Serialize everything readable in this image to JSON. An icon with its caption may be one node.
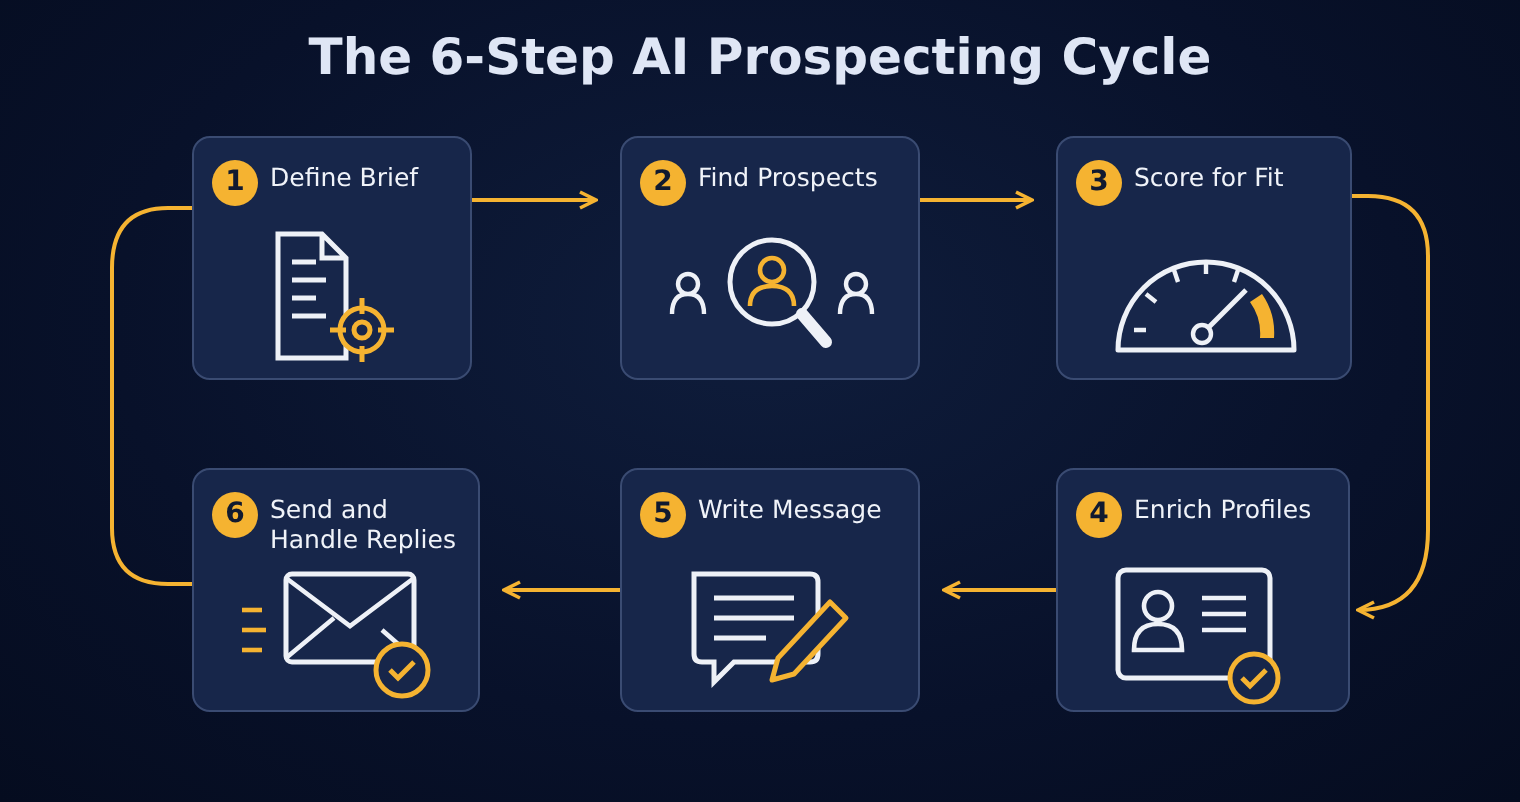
{
  "diagram": {
    "title": "The 6-Step AI Prospecting Cycle",
    "nodes": [
      {
        "text": [
          "1",
          "Define Brief"
        ]
      },
      {
        "text": [
          "2",
          "Find Prospects"
        ]
      },
      {
        "text": [
          "3",
          "Score for Fit"
        ]
      },
      {
        "text": [
          "4",
          "Enrich Profiles"
        ]
      },
      {
        "text": [
          "5",
          "Write Message"
        ]
      },
      {
        "text": [
          "6",
          "Send and Handle Replies"
        ]
      }
    ],
    "edges": [
      {
        "from": 0,
        "to": 1,
        "arrow": "to"
      },
      {
        "from": 1,
        "to": 2,
        "arrow": "to"
      },
      {
        "from": 2,
        "to": 3,
        "arrow": "to"
      },
      {
        "from": 3,
        "to": 4,
        "arrow": "to"
      },
      {
        "from": 4,
        "to": 5,
        "arrow": "to"
      },
      {
        "from": 5,
        "to": 0,
        "arrow": "none"
      }
    ]
  }
}
